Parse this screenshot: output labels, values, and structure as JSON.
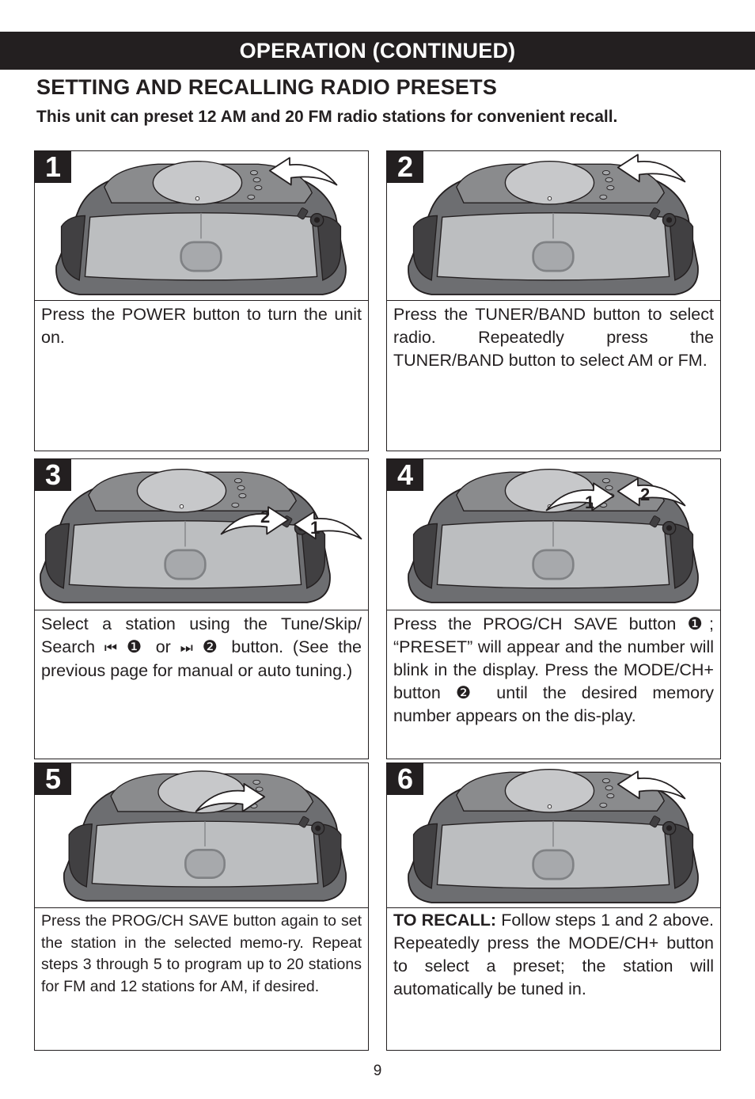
{
  "header": {
    "title": "OPERATION (CONTINUED)"
  },
  "section": {
    "title": "SETTING AND RECALLING RADIO PRESETS",
    "subtitle": "This unit can preset 12 AM and 20 FM radio stations for convenient recall."
  },
  "steps": [
    {
      "number": "1",
      "text": "Press the POWER button to turn the unit on."
    },
    {
      "number": "2",
      "text": "Press the TUNER/BAND button to select radio. Repeatedly press the TUNER/BAND button to select AM or FM."
    },
    {
      "number": "3",
      "text_part1": "Select a station using the  Tune/Skip/ Search ",
      "icon_prev": "⏮",
      "marker1": "❶",
      "text_or": " or ",
      "icon_next": "⏭",
      "marker2": "❷",
      "text_part2": " button. (See the previous page for manual or auto tuning.)",
      "arrow_label_1": "1",
      "arrow_label_2": "2"
    },
    {
      "number": "4",
      "text_part1": "Press the PROG/CH SAVE button ",
      "marker1": "❶",
      "text_part2": "; “PRESET” will appear and the number will blink in the display. Press the MODE/CH+ button ",
      "marker2": "❷",
      "text_part3": " until the desired memory number appears on the dis-play.",
      "arrow_label_1": "1",
      "arrow_label_2": "2"
    },
    {
      "number": "5",
      "text": "Press the PROG/CH SAVE button again to set the station in the selected memo-ry. Repeat steps 3 through 5 to program up to 20 stations for FM and 12 stations for AM, if desired."
    },
    {
      "number": "6",
      "label": "TO RECALL:",
      "text": " Follow steps 1 and 2 above. Repeatedly press the MODE/CH+ button to select a preset; the station will automatically be tuned in."
    }
  ],
  "page_number": "9"
}
